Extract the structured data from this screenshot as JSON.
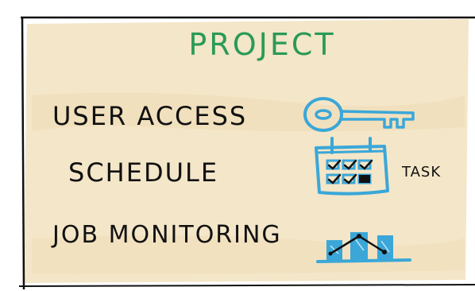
{
  "title": "PROJECT",
  "items": [
    {
      "label": "USER ACCESS",
      "icon": "key-icon"
    },
    {
      "label": "SCHEDULE",
      "icon": "calendar-icon",
      "tag": "TASK"
    },
    {
      "label": "JOB MONITORING",
      "icon": "bar-chart-icon"
    }
  ],
  "colors": {
    "paper": "#f4e6c8",
    "title": "#2a9a57",
    "icon": "#3aa7d8",
    "ink": "#111111"
  }
}
